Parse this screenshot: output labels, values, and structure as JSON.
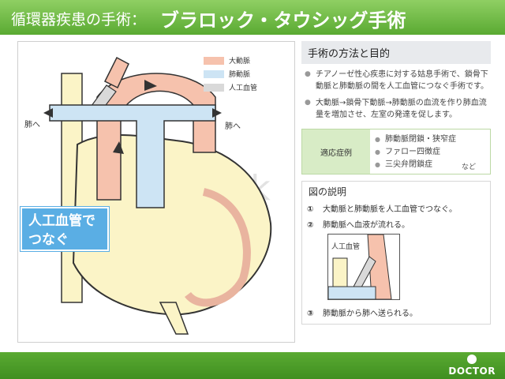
{
  "header": {
    "category": "循環器疾患の手術：",
    "title": "ブラロック・タウシッグ手術"
  },
  "legend": {
    "items": [
      {
        "label": "大動脈",
        "color": "#f6c2ad"
      },
      {
        "label": "肺動脈",
        "color": "#cde4f4"
      },
      {
        "label": "人工血管",
        "color": "#d9d9d9"
      }
    ]
  },
  "diagram": {
    "left_lung_label": "肺へ",
    "right_lung_label": "肺へ",
    "callout": "人工血管でつなぐ",
    "watermark": "medick"
  },
  "method": {
    "heading": "手術の方法と目的",
    "bullets": [
      "チアノーゼ性心疾患に対する姑息手術で、鎖骨下動脈と肺動脈の間を人工血管につなぐ手術です。",
      "大動脈→鎖骨下動脈→肺動脈の血流を作り肺血流量を増加させ、左室の発達を促します。"
    ]
  },
  "indications": {
    "label": "適応症例",
    "items": [
      "肺動脈閉鎖・狭窄症",
      "ファロー四徴症",
      "三尖弁閉鎖症"
    ],
    "etc": "など"
  },
  "figure": {
    "heading": "図の説明",
    "steps": [
      {
        "num": "①",
        "text": "大動脈と肺動脈を人工血管でつなぐ。"
      },
      {
        "num": "②",
        "text": "肺動脈へ血液が流れる。"
      },
      {
        "num": "③",
        "text": "肺動脈から肺へ送られる。"
      }
    ],
    "inset_label": "人工血管"
  },
  "footer": {
    "logo": "DOCTOR"
  }
}
